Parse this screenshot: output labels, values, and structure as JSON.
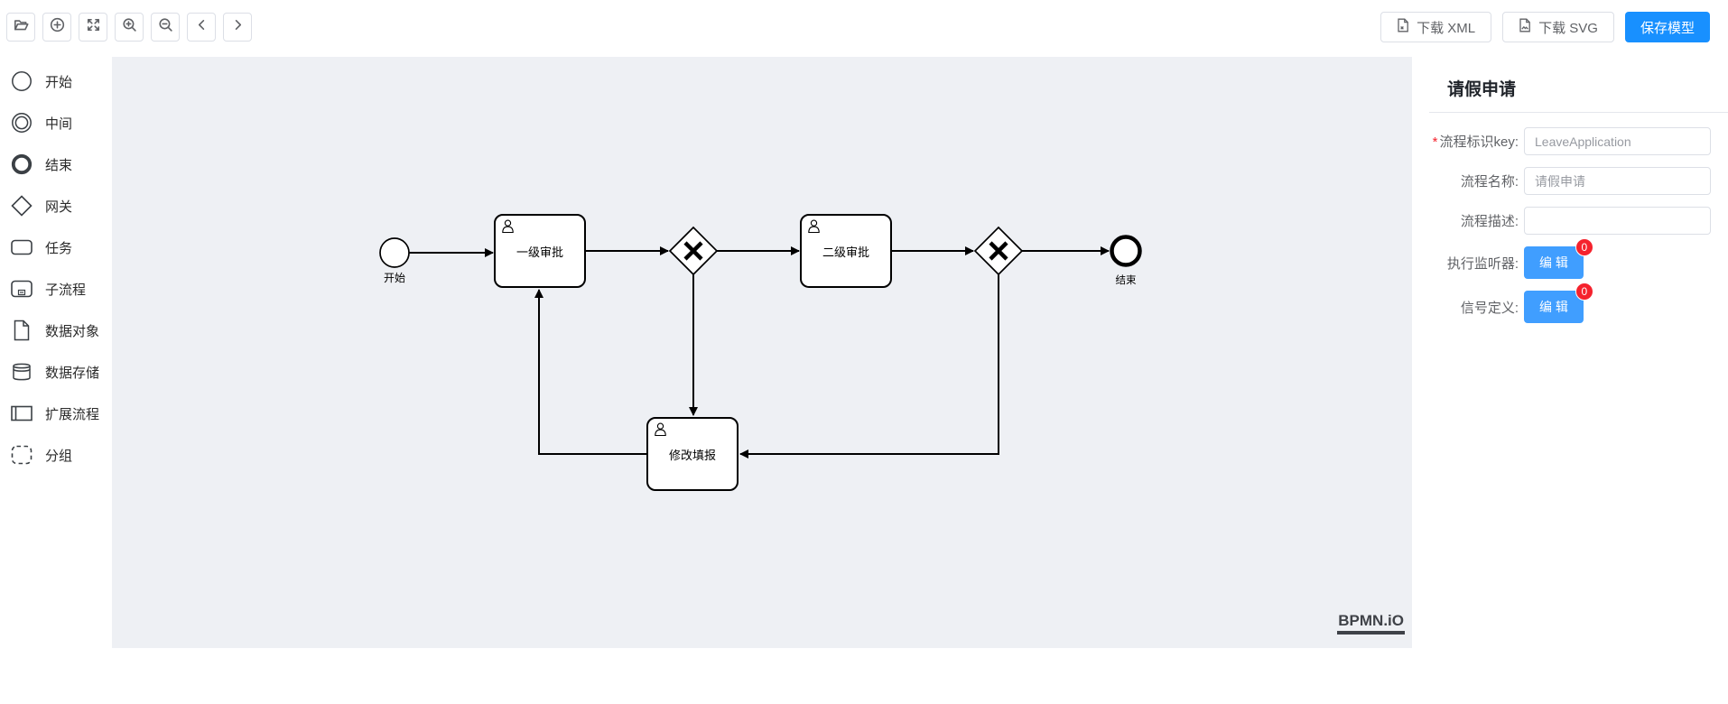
{
  "toolbar": {
    "left_buttons": [
      {
        "name": "open",
        "icon": "folder-open-icon"
      },
      {
        "name": "create",
        "icon": "plus-circle-icon"
      },
      {
        "name": "fit",
        "icon": "expand-icon"
      },
      {
        "name": "zoom_in",
        "icon": "zoom-in-icon"
      },
      {
        "name": "zoom_out",
        "icon": "zoom-out-icon"
      },
      {
        "name": "undo",
        "icon": "chevron-left-icon"
      },
      {
        "name": "redo",
        "icon": "chevron-right-icon"
      }
    ],
    "download_xml_label": "下载 XML",
    "download_svg_label": "下载 SVG",
    "save_model_label": "保存模型"
  },
  "palette": {
    "items": [
      {
        "id": "start-event",
        "label": "开始",
        "icon": "start-event-icon"
      },
      {
        "id": "intermediate-event",
        "label": "中间",
        "icon": "intermediate-event-icon"
      },
      {
        "id": "end-event",
        "label": "结束",
        "icon": "end-event-icon"
      },
      {
        "id": "gateway",
        "label": "网关",
        "icon": "gateway-icon"
      },
      {
        "id": "task",
        "label": "任务",
        "icon": "task-icon"
      },
      {
        "id": "subprocess",
        "label": "子流程",
        "icon": "subprocess-icon"
      },
      {
        "id": "data-object",
        "label": "数据对象",
        "icon": "data-object-icon"
      },
      {
        "id": "data-store",
        "label": "数据存储",
        "icon": "data-store-icon"
      },
      {
        "id": "participant",
        "label": "扩展流程",
        "icon": "participant-icon"
      },
      {
        "id": "group",
        "label": "分组",
        "icon": "group-icon"
      }
    ]
  },
  "canvas": {
    "watermark": "BPMN.iO",
    "nodes": [
      {
        "id": "start",
        "type": "start-event",
        "label": "开始"
      },
      {
        "id": "task1",
        "type": "user-task",
        "label": "一级审批"
      },
      {
        "id": "gateway1",
        "type": "exclusive-gateway",
        "label": ""
      },
      {
        "id": "task2",
        "type": "user-task",
        "label": "二级审批"
      },
      {
        "id": "gateway2",
        "type": "exclusive-gateway",
        "label": ""
      },
      {
        "id": "end",
        "type": "end-event",
        "label": "结束"
      },
      {
        "id": "task3",
        "type": "user-task",
        "label": "修改填报"
      }
    ],
    "flows": [
      {
        "from": "start",
        "to": "task1"
      },
      {
        "from": "task1",
        "to": "gateway1"
      },
      {
        "from": "gateway1",
        "to": "task2"
      },
      {
        "from": "task2",
        "to": "gateway2"
      },
      {
        "from": "gateway2",
        "to": "end"
      },
      {
        "from": "gateway1",
        "to": "task3"
      },
      {
        "from": "gateway2",
        "to": "task3"
      },
      {
        "from": "task3",
        "to": "task1"
      }
    ]
  },
  "panel": {
    "title": "请假申请",
    "required_mark": "*",
    "fields": [
      {
        "label": "流程标识key:",
        "required": true,
        "value": "LeaveApplication"
      },
      {
        "label": "流程名称:",
        "required": false,
        "value": "请假申请"
      },
      {
        "label": "流程描述:",
        "required": false,
        "value": ""
      },
      {
        "label": "执行监听器:",
        "button": "编 辑",
        "badge": "0"
      },
      {
        "label": "信号定义:",
        "button": "编 辑",
        "badge": "0"
      }
    ]
  },
  "colors": {
    "primary_button": "#1890ff",
    "edit_button": "#409eff",
    "badge": "#f5222d",
    "canvas_bg": "#eef0f4",
    "border": "#dcdfe6"
  }
}
